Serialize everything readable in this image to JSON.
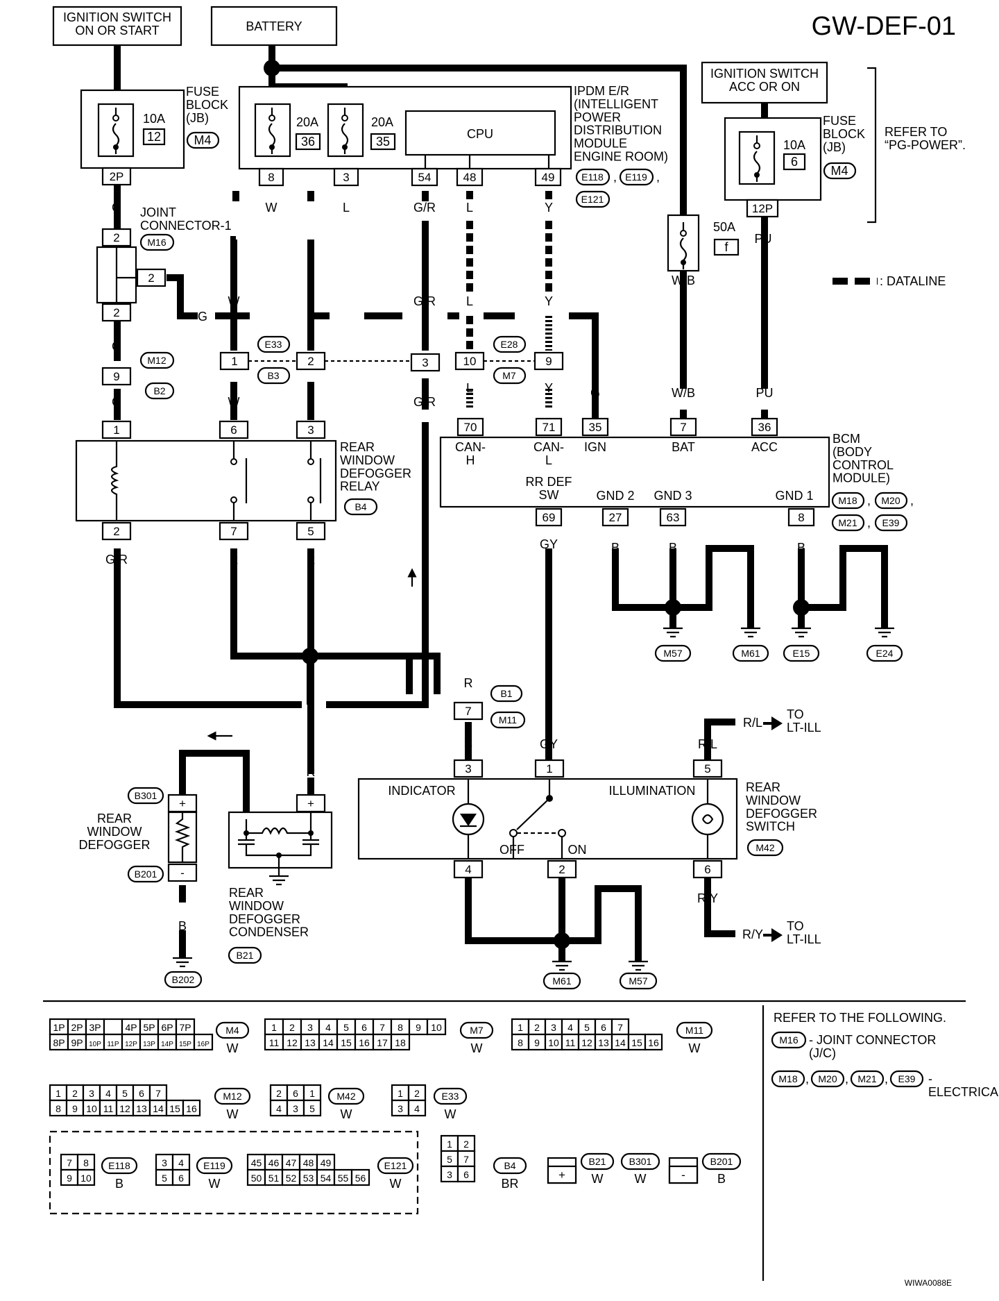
{
  "title": "GW-DEF-01",
  "figure_id": "WIWA0088E",
  "power": {
    "ign_on_start": "IGNITION SWITCH\nON OR START",
    "battery": "BATTERY",
    "ign_acc_on": "IGNITION SWITCH\nACC OR ON"
  },
  "fuse_blocks": {
    "left": {
      "label": "FUSE\nBLOCK\n(JB)",
      "amp": "10A",
      "num": "12",
      "conn": "M4",
      "pin": "2P"
    },
    "right": {
      "label": "FUSE\nBLOCK\n(JB)",
      "amp": "10A",
      "num": "6",
      "conn": "M4",
      "pin": "12P"
    },
    "refer": "REFER TO\n“PG-POWER”."
  },
  "ipdm": {
    "label": "IPDM E/R\n(INTELLIGENT\nPOWER\nDISTRIBUTION\nMODULE\nENGINE ROOM)",
    "fuse1_amp": "20A",
    "fuse1_num": "36",
    "fuse2_amp": "20A",
    "fuse2_num": "35",
    "cpu": "CPU",
    "pins": [
      "8",
      "3",
      "54",
      "48",
      "49"
    ],
    "conns": [
      "E118",
      "E119",
      "E121"
    ],
    "fusible_amp": "50A",
    "fusible_num": "f"
  },
  "joint_connector": {
    "label": "JOINT\nCONNECTOR-1",
    "conn": "M16",
    "pin_top": "2",
    "pin_side": "2",
    "pin_bottom": "2"
  },
  "dataline_legend": ": DATALINE",
  "harness_connectors": {
    "m12_b2": {
      "pin": "9",
      "c1": "M12",
      "c2": "B2"
    },
    "e33_b3": {
      "pins": [
        "1",
        "2"
      ],
      "c1": "E33",
      "c2": "B3"
    },
    "mid": {
      "pin": "3"
    },
    "e28_m7": {
      "pins": [
        "10",
        "9"
      ],
      "c1": "E28",
      "c2": "M7"
    },
    "b1_m11": {
      "pin": "7",
      "c1": "B1",
      "c2": "M11"
    }
  },
  "relay": {
    "label": "REAR\nWINDOW\nDEFOGGER\nRELAY",
    "conn": "B4",
    "top_pins": [
      "1",
      "6",
      "3"
    ],
    "bottom_pins": [
      "2",
      "7",
      "5"
    ]
  },
  "bcm": {
    "label": "BCM\n(BODY\nCONTROL\nMODULE)",
    "conns": [
      "M18",
      "M20",
      "M21",
      "E39"
    ],
    "top_pins": [
      "70",
      "71",
      "35",
      "7",
      "36"
    ],
    "top_names": [
      "CAN-\nH",
      "CAN-\nL",
      "IGN",
      "BAT",
      "ACC"
    ],
    "bottom_pins": [
      "69",
      "27",
      "63",
      "8"
    ],
    "bottom_names": [
      "RR DEF\nSW",
      "GND 2",
      "GND 3",
      "GND 1"
    ]
  },
  "wire_colors": {
    "g": "G",
    "w": "W",
    "l": "L",
    "gr": "G/R",
    "y": "Y",
    "wb": "W/B",
    "pu": "PU",
    "r": "R",
    "gy": "GY",
    "b": "B",
    "rl": "R/L",
    "ry": "R/Y"
  },
  "grounds": [
    "M57",
    "M61",
    "E15",
    "E24",
    "B202",
    "M61",
    "M57"
  ],
  "defogger": {
    "label": "REAR\nWINDOW\nDEFOGGER",
    "conn_top": "B301",
    "conn_bottom": "B201",
    "plus": "+",
    "minus": "-"
  },
  "condenser": {
    "label": "REAR\nWINDOW\nDEFOGGER\nCONDENSER",
    "conn": "B21",
    "plus": "+"
  },
  "switch": {
    "label": "REAR\nWINDOW\nDEFOGGER\nSWITCH",
    "conn": "M42",
    "indicator": "INDICATOR",
    "illumination": "ILLUMINATION",
    "off": "OFF",
    "on": "ON",
    "top_pins": [
      "3",
      "1",
      "5"
    ],
    "bottom_pins": [
      "4",
      "2",
      "6"
    ]
  },
  "to_lt_ill": "TO\nLT-ILL",
  "connector_views": {
    "m4": {
      "rows": [
        [
          "1P",
          "2P",
          "3P",
          "",
          "4P",
          "5P",
          "6P",
          "7P"
        ],
        [
          "8P",
          "9P",
          "10P",
          "11P",
          "12P",
          "13P",
          "14P",
          "15P",
          "16P"
        ]
      ],
      "id": "M4",
      "color": "W"
    },
    "m7": {
      "rows": [
        [
          "1",
          "2",
          "3",
          "4",
          "5",
          "6",
          "7",
          "8",
          "9",
          "10"
        ],
        [
          "11",
          "12",
          "13",
          "14",
          "15",
          "16",
          "17",
          "18"
        ]
      ],
      "id": "M7",
      "color": "W"
    },
    "m11": {
      "rows": [
        [
          "1",
          "2",
          "3",
          "4",
          "5",
          "6",
          "7"
        ],
        [
          "8",
          "9",
          "10",
          "11",
          "12",
          "13",
          "14",
          "15",
          "16"
        ]
      ],
      "id": "M11",
      "color": "W"
    },
    "m12": {
      "rows": [
        [
          "1",
          "2",
          "3",
          "4",
          "5",
          "6",
          "7"
        ],
        [
          "8",
          "9",
          "10",
          "11",
          "12",
          "13",
          "14",
          "15",
          "16"
        ]
      ],
      "id": "M12",
      "color": "W"
    },
    "m42": {
      "rows": [
        [
          "2",
          "6",
          "1"
        ],
        [
          "4",
          "3",
          "5"
        ]
      ],
      "id": "M42",
      "color": "W"
    },
    "e33": {
      "rows": [
        [
          "1",
          "2"
        ],
        [
          "3",
          "4"
        ]
      ],
      "id": "E33",
      "color": "W"
    },
    "e118": {
      "rows": [
        [
          "7",
          "8"
        ],
        [
          "9",
          "10"
        ]
      ],
      "id": "E118",
      "color": "B"
    },
    "e119": {
      "rows": [
        [
          "3",
          "4"
        ],
        [
          "5",
          "6"
        ]
      ],
      "id": "E119",
      "color": "W"
    },
    "e121": {
      "rows": [
        [
          "45",
          "46",
          "47",
          "48",
          "49"
        ],
        [
          "50",
          "51",
          "52",
          "53",
          "54",
          "55",
          "56"
        ]
      ],
      "id": "E121",
      "color": "W"
    },
    "b4": {
      "rows": [
        [
          "1",
          "2"
        ],
        [
          "5",
          "7"
        ],
        [
          "3",
          "6"
        ]
      ],
      "id": "B4",
      "color": "BR"
    },
    "b21": {
      "sym": "+",
      "id": "B21",
      "color": "W"
    },
    "b301": {
      "id": "B301",
      "color": "W"
    },
    "b201": {
      "sym": "-",
      "id": "B201",
      "color": "B"
    }
  },
  "refer_notes": {
    "head": "REFER TO THE FOLLOWING.",
    "jc_conn": "M16",
    "jc_text": "- JOINT CONNECTOR\n(J/C)",
    "eu_conns": [
      "M18",
      "M20",
      "M21",
      "E39"
    ],
    "eu_text": "-\nELECTRICAL UNITS"
  }
}
